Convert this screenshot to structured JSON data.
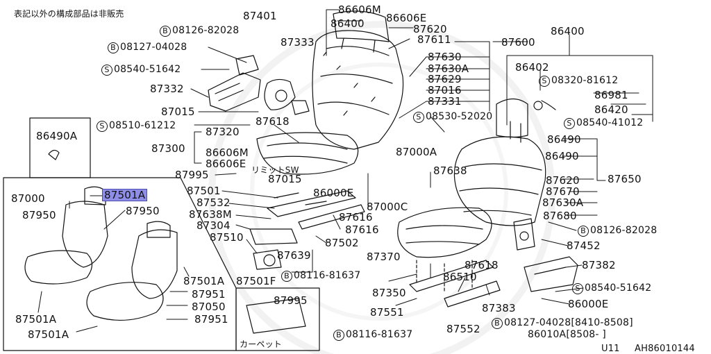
{
  "note": "表記以外の構成部品は非販売",
  "footer": {
    "model": "U11",
    "code": "AH86010144"
  },
  "marker_bolt": "B",
  "marker_screw": "S",
  "labels": {
    "p87401": "87401",
    "p86606m_top": "86606M",
    "p86606e_top": "86606E",
    "p86400_a": "86400",
    "p87620_a": "87620",
    "p87611": "87611",
    "p87600": "87600",
    "p86400_b": "86400",
    "b08126_82028_a": "08126-82028",
    "b08127_04028_a": "08127-04028",
    "p87333": "87333",
    "s08540_51642_a": "08540-51642",
    "p87630": "87630",
    "p87630a_a": "87630A",
    "p87629": "87629",
    "p87016": "87016",
    "p87331": "87331",
    "p86402": "86402",
    "s08320_81612": "08320-81612",
    "p86981": "86981",
    "p86420": "86420",
    "s08540_41012": "08540-41012",
    "p87332": "87332",
    "p87015_a": "87015",
    "p87618_a": "87618",
    "s08530_52020": "08530-52020",
    "s08510_61212": "08510-61212",
    "p86490a": "86490A",
    "p87320": "87320",
    "p87300": "87300",
    "p86606m_mid": "86606M",
    "p86606e_mid": "86606E",
    "limit_sw": "リミットSW",
    "p87000a": "87000A",
    "p86490_a": "86490",
    "p86490_b": "86490",
    "p87995_a": "87995",
    "p87015_b": "87015",
    "p87638_a": "87638",
    "p87620_b": "87620",
    "p87650": "87650",
    "p87670": "87670",
    "p87630a_b": "87630A",
    "p87680": "87680",
    "p87000": "87000",
    "p87501a_hl": "87501A",
    "p87501": "87501",
    "p86000e_a": "86000E",
    "p87532": "87532",
    "p87000c": "87000C",
    "p87950_a": "87950",
    "p87950_b": "87950",
    "p87638m": "87638M",
    "p87616_a": "87616",
    "p87304": "87304",
    "p87616_b": "87616",
    "b08126_82028_b": "08126-82028",
    "p87510": "87510",
    "p87502": "87502",
    "p87452": "87452",
    "p87639": "87639",
    "p87370": "87370",
    "p87618_b": "87618",
    "p87382": "87382",
    "p87501a_b": "87501A",
    "p87501f": "87501F",
    "b08116_81637_a": "08116-81637",
    "p86510": "86510",
    "s08540_51642_b": "08540-51642",
    "p87951_a": "87951",
    "p87350": "87350",
    "p87995_b": "87995",
    "p87050": "87050",
    "p86000e_b": "86000E",
    "p87551": "87551",
    "p87383": "87383",
    "p87501a_c": "87501A",
    "p87951_b": "87951",
    "b08127_04028_b": "08127-04028[8410-8508]",
    "carpet": "カーペット",
    "p87552": "87552",
    "p86010a": "86010A[8508-   ]",
    "p87501a_d": "87501A",
    "b08116_81637_b": "08116-81637"
  }
}
